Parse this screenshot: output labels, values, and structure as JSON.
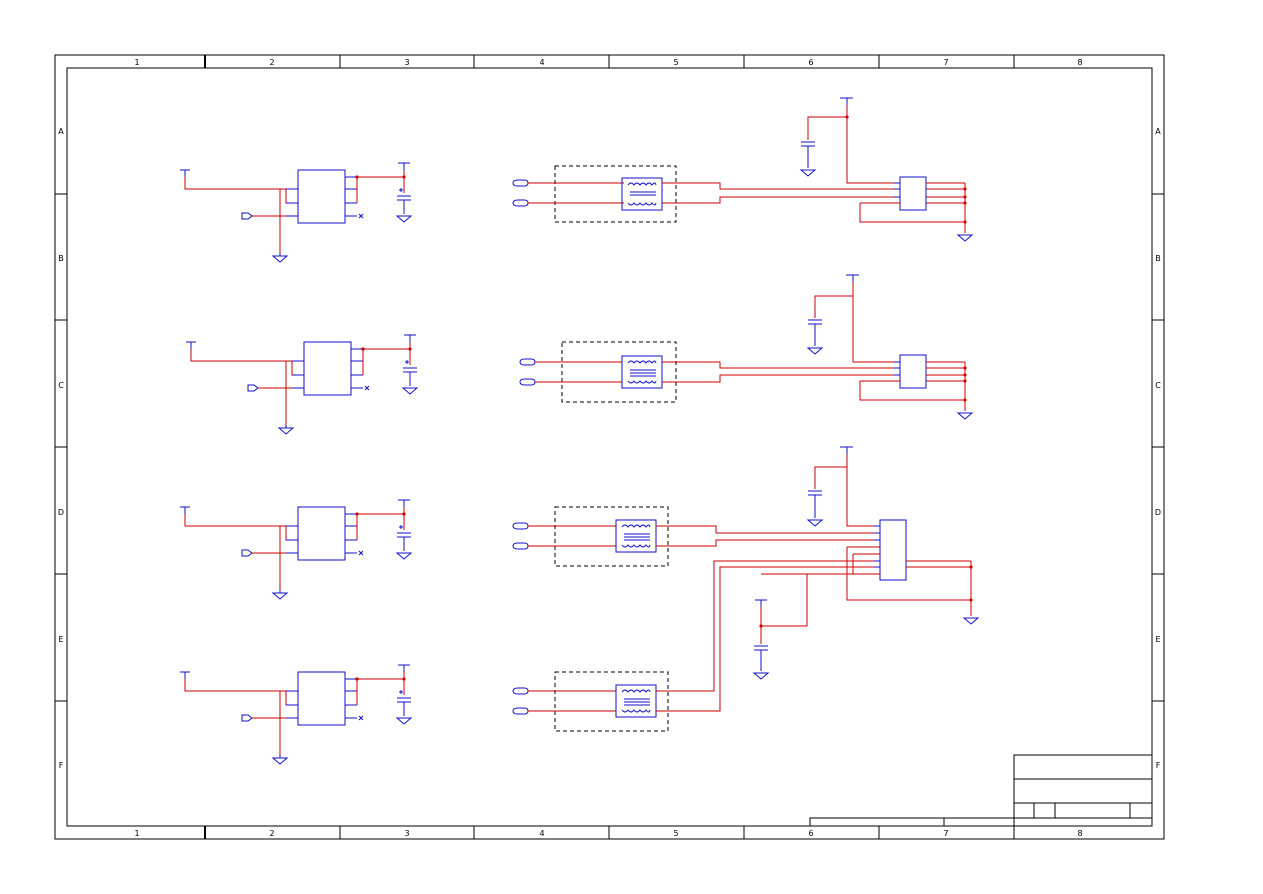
{
  "sheet": {
    "columns": [
      "1",
      "2",
      "3",
      "4",
      "5",
      "6",
      "7",
      "8"
    ],
    "rows": [
      "A",
      "B",
      "C",
      "D",
      "E",
      "F"
    ]
  },
  "colors": {
    "wire": "#cc0000",
    "component": "#1010c8",
    "frame": "#000000"
  }
}
